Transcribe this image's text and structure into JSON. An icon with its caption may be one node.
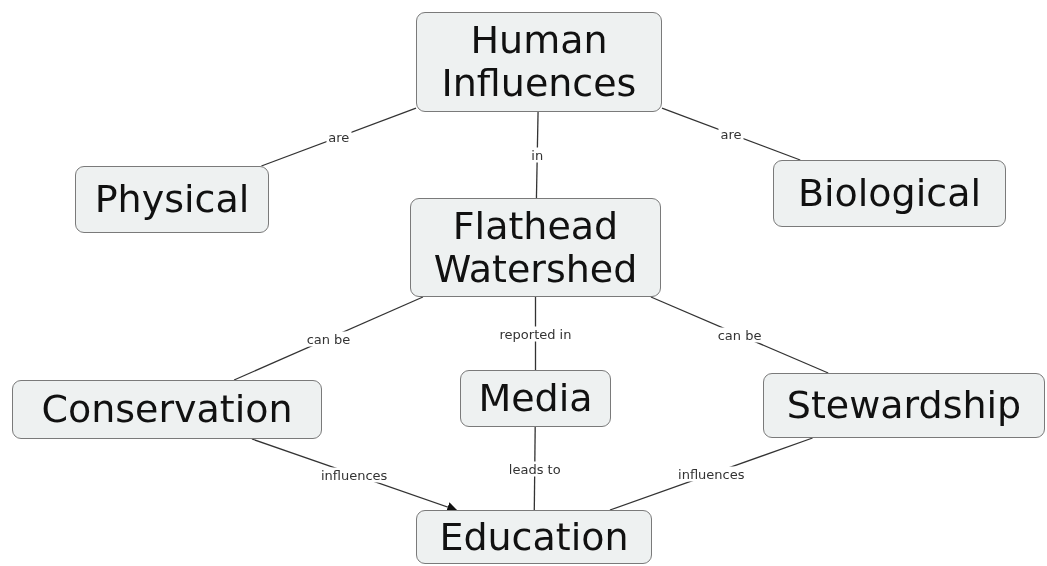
{
  "diagram": {
    "nodes": [
      {
        "text": [
          "Human Influences"
        ]
      },
      {
        "text": [
          "Physical"
        ]
      },
      {
        "text": [
          "Biological"
        ]
      },
      {
        "text": [
          "Flathead Watershed"
        ]
      },
      {
        "text": [
          "Conservation"
        ]
      },
      {
        "text": [
          "Media"
        ]
      },
      {
        "text": [
          "Stewardship"
        ]
      },
      {
        "text": [
          "Education"
        ]
      }
    ],
    "edges": [
      {
        "from": 0,
        "to": 1,
        "arrow": "none",
        "label": "are"
      },
      {
        "from": 0,
        "to": 3,
        "arrow": "none",
        "label": "in"
      },
      {
        "from": 0,
        "to": 2,
        "arrow": "none",
        "label": "are"
      },
      {
        "from": 3,
        "to": 4,
        "arrow": "none",
        "label": "can be"
      },
      {
        "from": 3,
        "to": 5,
        "arrow": "none",
        "label": "reported in"
      },
      {
        "from": 3,
        "to": 6,
        "arrow": "none",
        "label": "can be"
      },
      {
        "from": 4,
        "to": 7,
        "arrow": "to",
        "label": "influences"
      },
      {
        "from": 5,
        "to": 7,
        "arrow": "none",
        "label": "leads to"
      },
      {
        "from": 6,
        "to": 7,
        "arrow": "none",
        "label": "influences"
      }
    ]
  }
}
